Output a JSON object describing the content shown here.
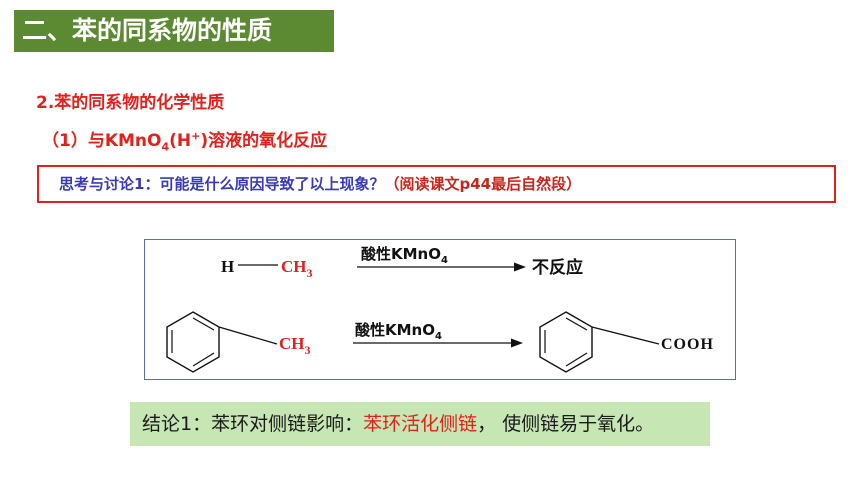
{
  "slide": {
    "title": "二、苯的同系物的性质",
    "section_heading": "2.苯的同系物的化学性质",
    "subsection": {
      "prefix": "（1）与KMnO",
      "sub1": "4",
      "mid": "(H",
      "sup": "+",
      "suffix": ")溶液的氧化反应"
    },
    "discussion": {
      "prompt": "思考与讨论1：可能是什么原因导致了以上现象？",
      "hint": "（阅读课文p44最后自然段）"
    },
    "reactions": [
      {
        "reactant_h": "H",
        "reactant_group": "CH",
        "reactant_sub": "3",
        "condition": "酸性KMnO",
        "condition_sub": "4",
        "product": "不反应"
      },
      {
        "reactant_group": "CH",
        "reactant_sub": "3",
        "condition": "酸性KMnO",
        "condition_sub": "4",
        "product": "COOH"
      }
    ],
    "conclusion": {
      "lead": "结论1：苯环对侧链影响：",
      "highlight": "苯环活化侧链",
      "tail": "，  使侧链易于氧化。"
    },
    "colors": {
      "title_bg": "#5c8a32",
      "accent_red": "#e2211c",
      "discussion_blue": "#3a3ab8",
      "conclusion_bg": "#c6e6b4"
    }
  }
}
